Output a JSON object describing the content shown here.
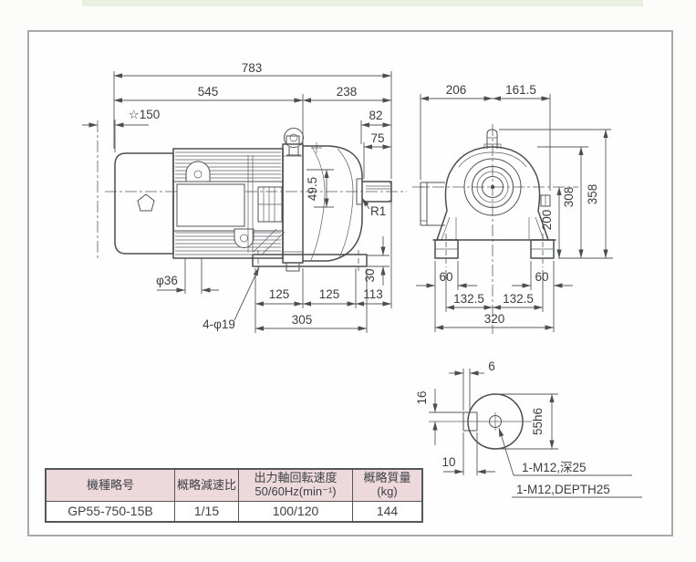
{
  "drawing": {
    "side_view": {
      "dim_783": "783",
      "dim_545": "545",
      "dim_238": "238",
      "dim_150": "☆150",
      "dim_82": "82",
      "dim_75": "75",
      "dim_49_5": "49.5",
      "label_r1": "R1",
      "dim_phi36": "φ36",
      "label_4_phi19": "4-φ19",
      "dim_125a": "125",
      "dim_125b": "125",
      "dim_113": "113",
      "dim_305": "305",
      "dim_30": "30"
    },
    "front_view": {
      "dim_206": "206",
      "dim_161_5": "161.5",
      "dim_358": "358",
      "dim_308": "308",
      "dim_200": "200",
      "dim_60a": "60",
      "dim_60b": "60",
      "dim_132_5a": "132.5",
      "dim_132_5b": "132.5",
      "dim_320": "320"
    },
    "shaft_detail": {
      "dim_6": "6",
      "dim_16": "16",
      "dim_55h6": "55h6",
      "dim_10": "10",
      "label_tap_jp": "1-M12,深25",
      "label_tap_en": "1-M12,DEPTH25"
    }
  },
  "spec_table": {
    "headers": {
      "model": "機種略号",
      "ratio": "概略減速比",
      "speed_line1": "出力軸回転速度",
      "speed_line2": "50/60Hz(min⁻¹)",
      "mass_line1": "概略質量",
      "mass_line2": "(kg)"
    },
    "row": {
      "model": "GP55-750-15B",
      "ratio": "1/15",
      "speed": "100/120",
      "mass": "144"
    }
  }
}
